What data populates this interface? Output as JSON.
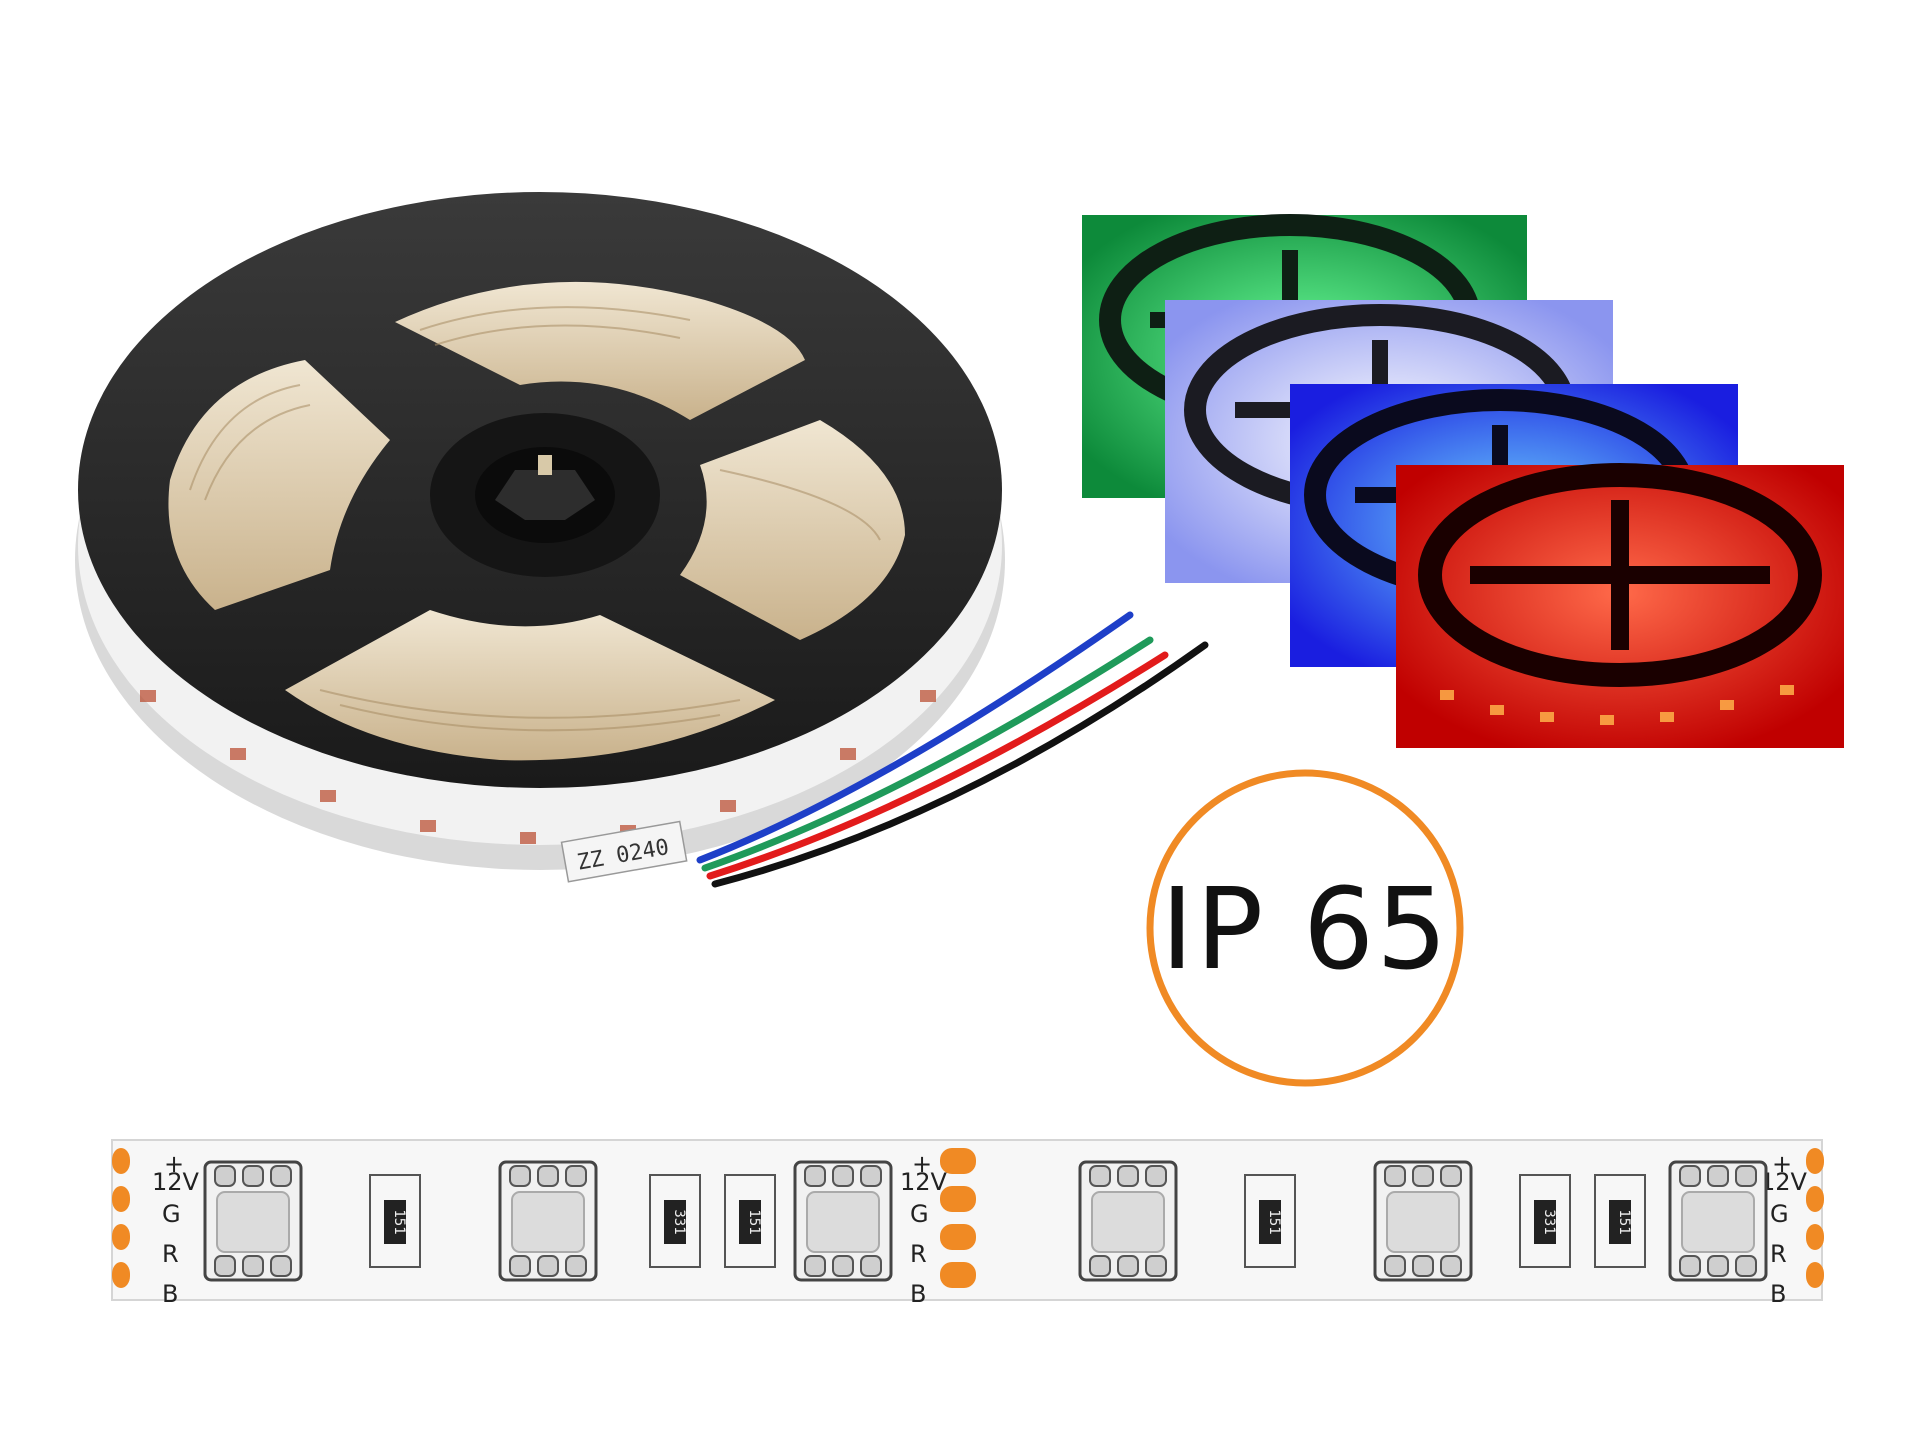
{
  "rating": {
    "text": "IP 65",
    "ring_color": "#f08a24"
  },
  "reel_label": "ZZ 0240",
  "wire_colors": [
    "#1e3fc8",
    "#1f9a5a",
    "#e21b1b",
    "#111111"
  ],
  "preview_colors": [
    "#22c55e",
    "#9aa6ff",
    "#2a36ff",
    "#ff1a1a"
  ],
  "strip": {
    "positive_mark": "+",
    "voltage": "12V",
    "pins": [
      "G",
      "R",
      "B"
    ],
    "resistors": [
      "151",
      "331",
      "151"
    ],
    "pad_color": "#f08a24"
  }
}
